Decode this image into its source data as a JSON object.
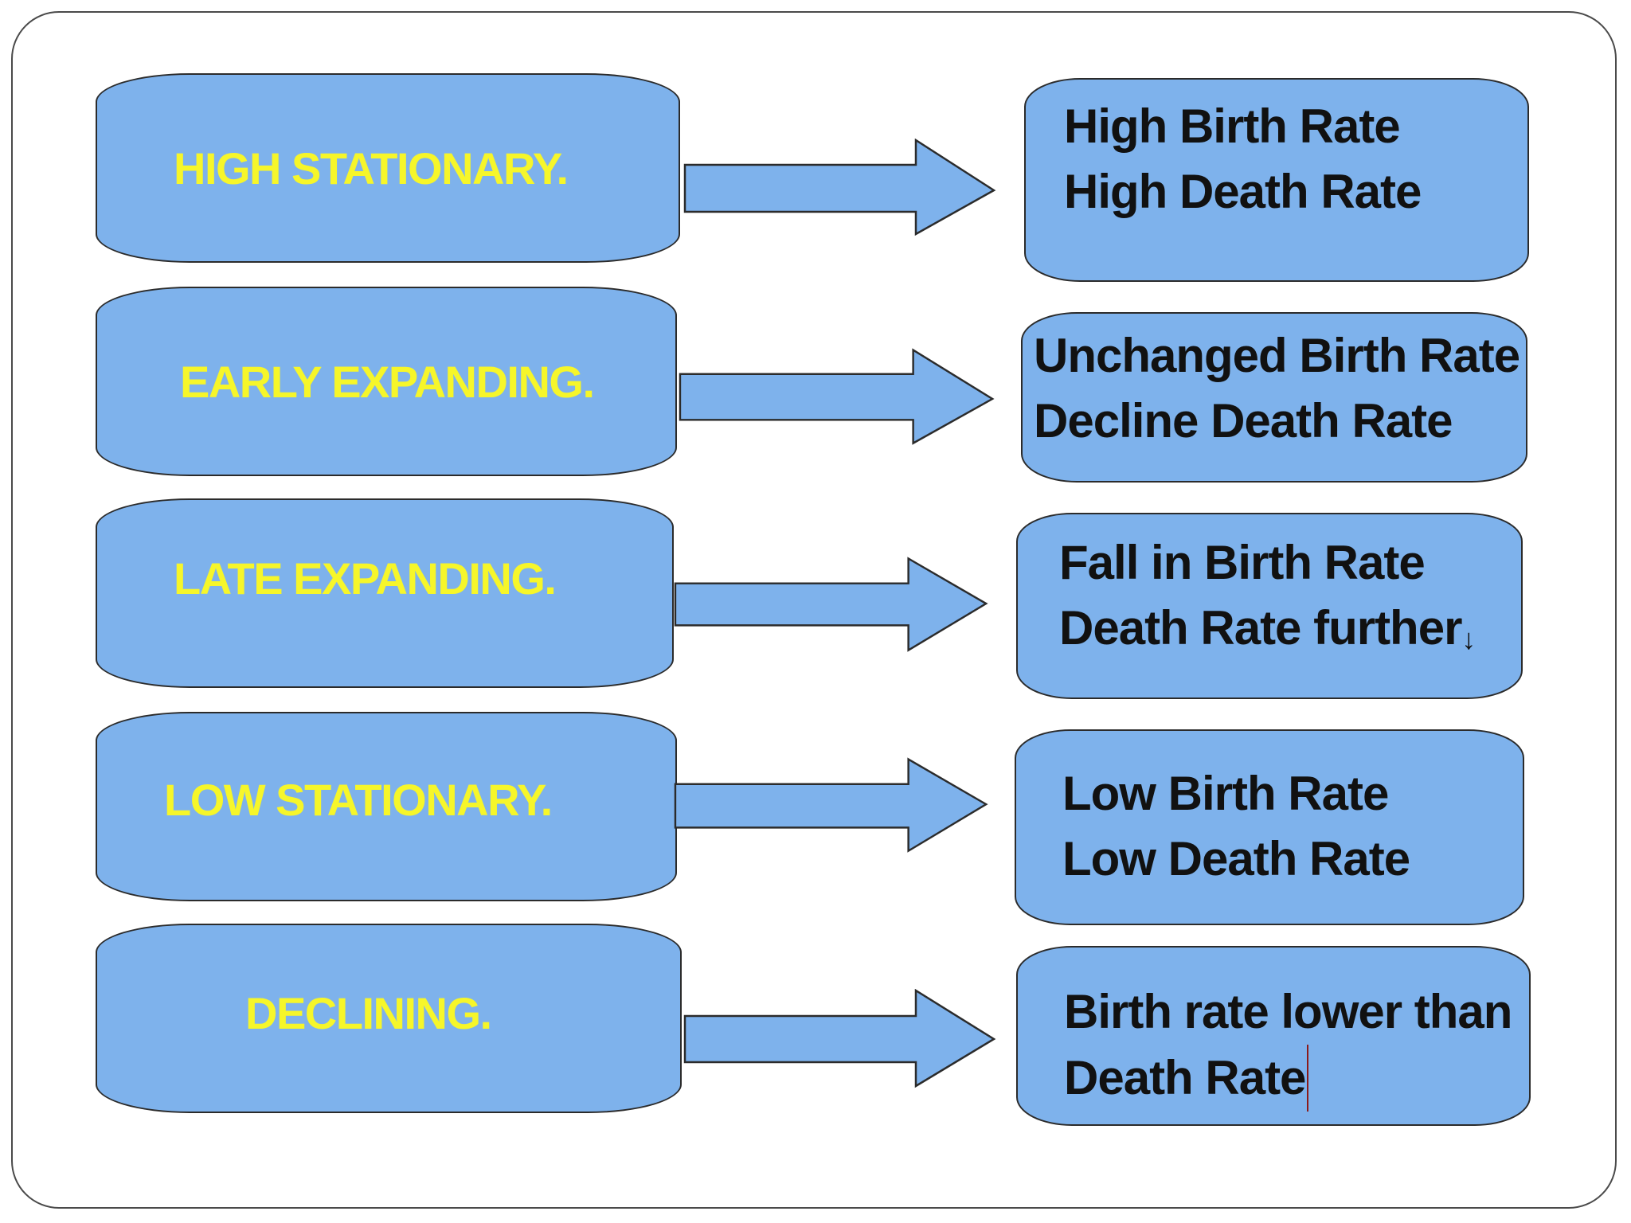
{
  "colors": {
    "box_fill": "#7eb2ec",
    "box_border": "#2b2b2b",
    "stage_text": "#f6f62a",
    "desc_text": "#111111"
  },
  "stages": [
    {
      "label": "HIGH STATIONARY.",
      "description": [
        "High Birth Rate",
        "High Death Rate"
      ]
    },
    {
      "label": "EARLY EXPANDING.",
      "description": [
        "Unchanged Birth Rate",
        "Decline Death Rate"
      ]
    },
    {
      "label": "LATE EXPANDING.",
      "description": [
        "Fall in Birth Rate",
        "Death Rate further"
      ],
      "description_suffix_icon": "down-arrow-icon",
      "description_suffix_glyph": "↓"
    },
    {
      "label": "LOW STATIONARY.",
      "description": [
        "Low Birth Rate",
        "Low Death Rate"
      ]
    },
    {
      "label": "DECLINING.",
      "description": [
        "Birth rate lower than",
        "Death Rate"
      ]
    }
  ]
}
